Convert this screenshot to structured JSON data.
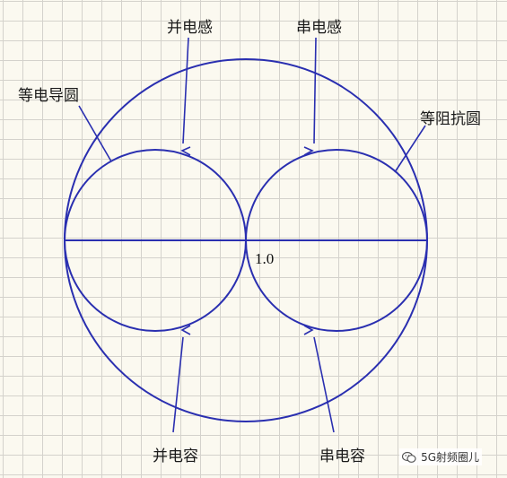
{
  "labels": {
    "parallel_inductance": "并电感",
    "series_inductance": "串电感",
    "equal_conductance_circle": "等电导圆",
    "equal_impedance_circle": "等阻抗圆",
    "parallel_capacitance": "并电容",
    "series_capacitance": "串电容",
    "center_value": "1.0"
  },
  "watermark": {
    "text": "5G射频圈儿",
    "icon": "wechat-icon"
  },
  "colors": {
    "line": "#2a2fb0",
    "grid": "#d4d2cc",
    "background": "#fbf9f0"
  }
}
